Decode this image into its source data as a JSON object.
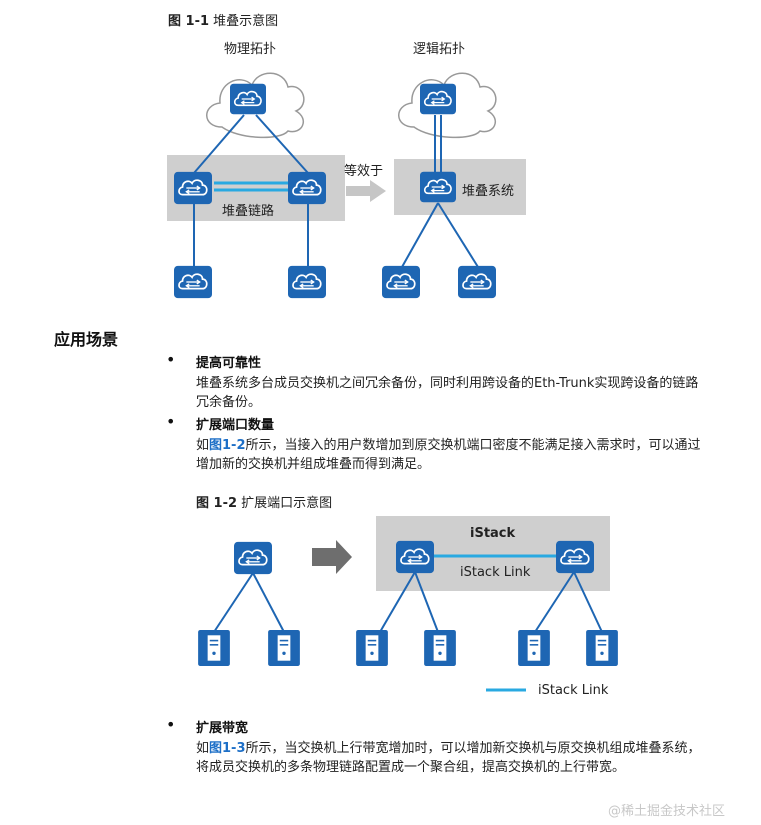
{
  "figure1": {
    "caption_num": "图 1-1",
    "caption_text": "堆叠示意图",
    "physical_label": "物理拓扑",
    "logical_label": "逻辑拓扑",
    "stack_link_label": "堆叠链路",
    "equivalent_label": "等效于",
    "stack_system_label": "堆叠系统"
  },
  "section": {
    "title": "应用场景",
    "items": [
      {
        "title": "提高可靠性",
        "body": "堆叠系统多台成员交换机之间冗余备份，同时利用跨设备的Eth-Trunk实现跨设备的链路冗余备份。"
      },
      {
        "title": "扩展端口数量",
        "body_pre": "如",
        "body_link": "图1-2",
        "body_post": "所示，当接入的用户数增加到原交换机端口密度不能满足接入需求时，可以通过增加新的交换机并组成堆叠而得到满足。"
      },
      {
        "title": "扩展带宽",
        "body_pre": "如",
        "body_link": "图1-3",
        "body_post": "所示，当交换机上行带宽增加时，可以增加新交换机与原交换机组成堆叠系统，将成员交换机的多条物理链路配置成一个聚合组，提高交换机的上行带宽。"
      }
    ]
  },
  "figure2": {
    "caption_num": "图 1-2",
    "caption_text": "扩展端口示意图",
    "istack_label": "iStack",
    "istack_link_label": "iStack Link",
    "legend_label": "iStack Link"
  },
  "watermark": "@稀土掘金技术社区",
  "colors": {
    "device_blue": "#1e66b3",
    "link_cyan": "#29a9e1",
    "gray_box": "#cfcfcf"
  }
}
